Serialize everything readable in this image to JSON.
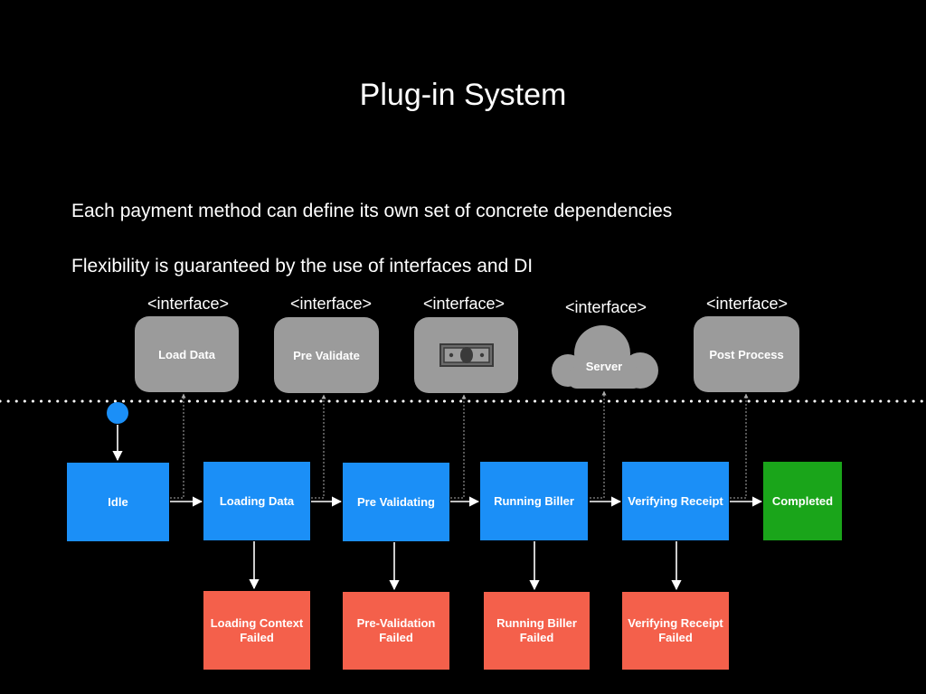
{
  "title": "Plug-in System",
  "bullets": [
    "Each payment method can define its own set of concrete dependencies",
    "Flexibility is guaranteed by the use of interfaces and DI"
  ],
  "interfaces": [
    {
      "label": "<interface>",
      "name": "Load Data"
    },
    {
      "label": "<interface>",
      "name": "Pre Validate"
    },
    {
      "label": "<interface>",
      "name": "",
      "icon": "money-bill-icon"
    },
    {
      "label": "<interface>",
      "name": "Server",
      "icon": "cloud-icon"
    },
    {
      "label": "<interface>",
      "name": "Post Process"
    }
  ],
  "states": [
    {
      "name": "Idle"
    },
    {
      "name": "Loading Data"
    },
    {
      "name": "Pre Validating"
    },
    {
      "name": "Running Biller"
    },
    {
      "name": "Verifying Receipt"
    },
    {
      "name": "Completed"
    }
  ],
  "failures": [
    {
      "name": "Loading Context\nFailed"
    },
    {
      "name": "Pre-Validation\nFailed"
    },
    {
      "name": "Running Biller\nFailed"
    },
    {
      "name": "Verifying Receipt\nFailed"
    }
  ],
  "colors": {
    "state": "#1b8ff7",
    "completed": "#1aa51a",
    "failure": "#f4604b",
    "interface": "#9b9b9b",
    "background": "#000000"
  }
}
